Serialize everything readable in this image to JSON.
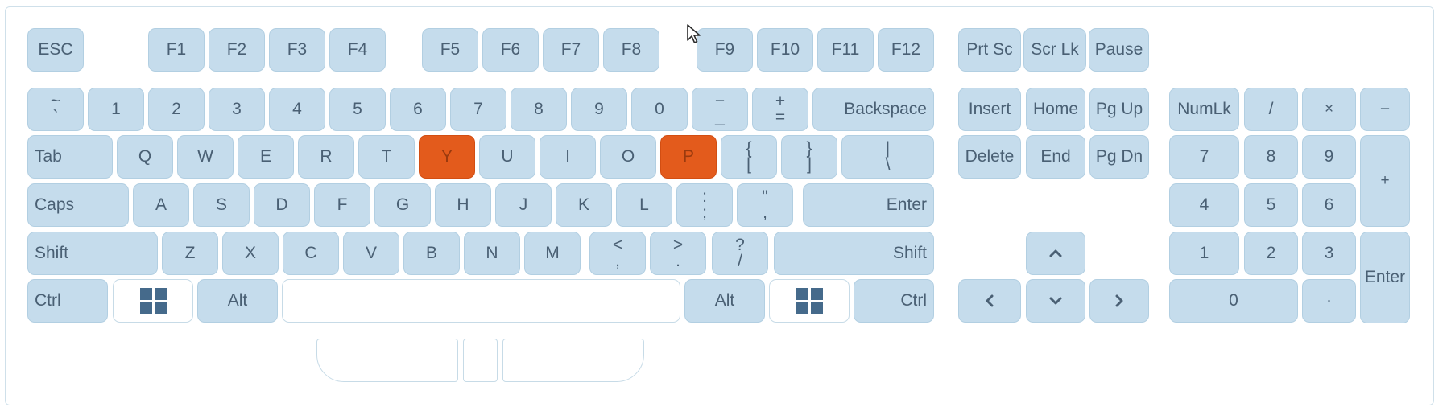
{
  "keyboard": {
    "function_row": [
      "ESC",
      "F1",
      "F2",
      "F3",
      "F4",
      "F5",
      "F6",
      "F7",
      "F8",
      "F9",
      "F10",
      "F11",
      "F12"
    ],
    "system_keys": [
      "Prt Sc",
      "Scr Lk",
      "Pause"
    ],
    "number_row": [
      {
        "top": "~",
        "bottom": "`"
      },
      "1",
      "2",
      "3",
      "4",
      "5",
      "6",
      "7",
      "8",
      "9",
      "0",
      {
        "top": "−",
        "bottom": "_"
      },
      {
        "top": "+",
        "bottom": "="
      },
      "Backspace"
    ],
    "top_row": [
      "Tab",
      "Q",
      "W",
      "E",
      "R",
      "T",
      "Y",
      "U",
      "I",
      "O",
      "P",
      {
        "top": "{",
        "bottom": "["
      },
      {
        "top": "}",
        "bottom": "]"
      },
      {
        "top": "|",
        "bottom": "\\"
      }
    ],
    "home_row": [
      "Caps",
      "A",
      "S",
      "D",
      "F",
      "G",
      "H",
      "J",
      "K",
      "L",
      {
        "top": ":",
        "bottom": ";"
      },
      {
        "top": "\"",
        "bottom": ","
      },
      "Enter"
    ],
    "bottom_row": [
      "Shift",
      "Z",
      "X",
      "C",
      "V",
      "B",
      "N",
      "M",
      {
        "top": "<",
        "bottom": ","
      },
      {
        "top": ">",
        "bottom": "."
      },
      {
        "top": "?",
        "bottom": "/"
      },
      "Shift"
    ],
    "modifier_row": {
      "ctrl_left": "Ctrl",
      "alt_left": "Alt",
      "alt_right": "Alt",
      "ctrl_right": "Ctrl"
    },
    "navigation": [
      "Insert",
      "Home",
      "Pg Up",
      "Delete",
      "End",
      "Pg Dn"
    ],
    "arrows": {
      "up": "^",
      "left": "<",
      "down": "v",
      "right": ">"
    },
    "numpad": {
      "row1": [
        "NumLk",
        "/",
        "×",
        "−"
      ],
      "row2": [
        "7",
        "8",
        "9"
      ],
      "row3": [
        "4",
        "5",
        "6"
      ],
      "row4": [
        "1",
        "2",
        "3"
      ],
      "zero": "0",
      "dot": "·",
      "plus": "+",
      "enter": "Enter"
    },
    "highlighted_keys": [
      "Y",
      "P"
    ],
    "highlight_color": "#e35b1c",
    "key_color": "#c5dcec",
    "icons": [
      "windows-logo-icon",
      "mouse-cursor-icon",
      "arrow-up-icon",
      "arrow-down-icon",
      "arrow-left-icon",
      "arrow-right-icon"
    ]
  }
}
